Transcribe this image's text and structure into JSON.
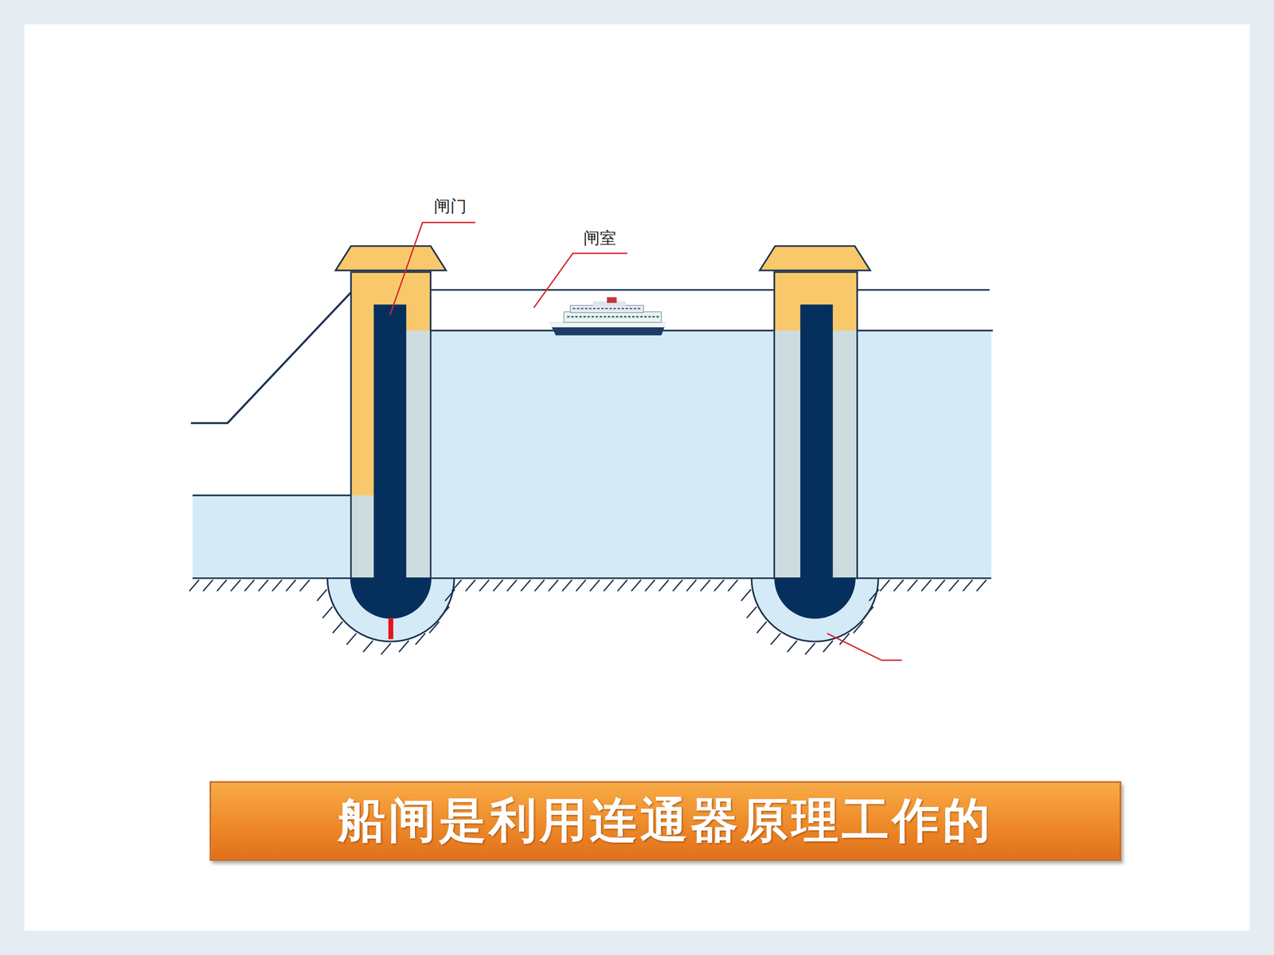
{
  "diagram": {
    "nodes": [
      {
        "text": [
          "船闸是利用连通器原理工作的"
        ]
      }
    ],
    "edges": [],
    "labels": [
      "闸门",
      "闸室"
    ]
  }
}
